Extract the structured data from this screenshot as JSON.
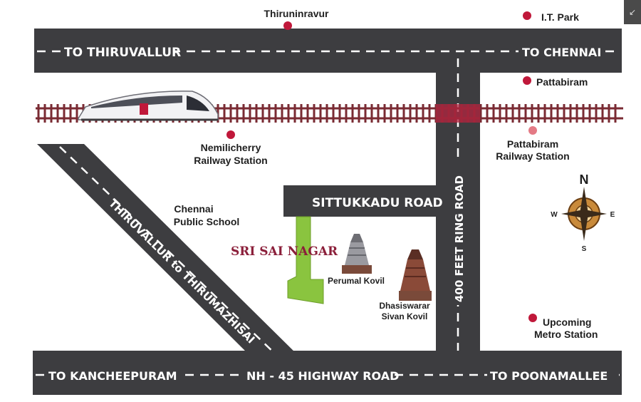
{
  "roads": {
    "top_left": "TO THIRUVALLUR",
    "top_right": "TO CHENNAI",
    "bottom_left": "TO KANCHEEPURAM",
    "bottom_mid": "NH - 45 HIGHWAY ROAD",
    "bottom_right": "TO POONAMALLEE",
    "ring_road": "400 FEET RING ROAD",
    "sittukkadu": "SITTUKKADU ROAD",
    "diagonal": "THIRUVALLUR to THIRUMAZHISAI"
  },
  "places": {
    "thiruninravur": "Thiruninravur",
    "it_park": "I.T. Park",
    "pattabiram": "Pattabiram",
    "pattabiram_station_l1": "Pattabiram",
    "pattabiram_station_l2": "Railway Station",
    "nemilicherry_l1": "Nemilicherry",
    "nemilicherry_l2": "Railway Station",
    "school_l1": "Chennai",
    "school_l2": "Public School",
    "site": "SRI SAI NAGAR",
    "perumal": "Perumal Kovil",
    "sivan_l1": "Dhasiswarar",
    "sivan_l2": "Sivan Kovil",
    "metro_l1": "Upcoming",
    "metro_l2": "Metro Station"
  },
  "compass": {
    "n": "N",
    "s": "S",
    "e": "E",
    "w": "W"
  },
  "colors": {
    "road": "#3d3d40",
    "rail": "#7a2b33",
    "marker": "#c0183a",
    "marker_light": "#e47a85",
    "site_plot": "#8ac43f",
    "site_text": "#8b1f3a"
  }
}
